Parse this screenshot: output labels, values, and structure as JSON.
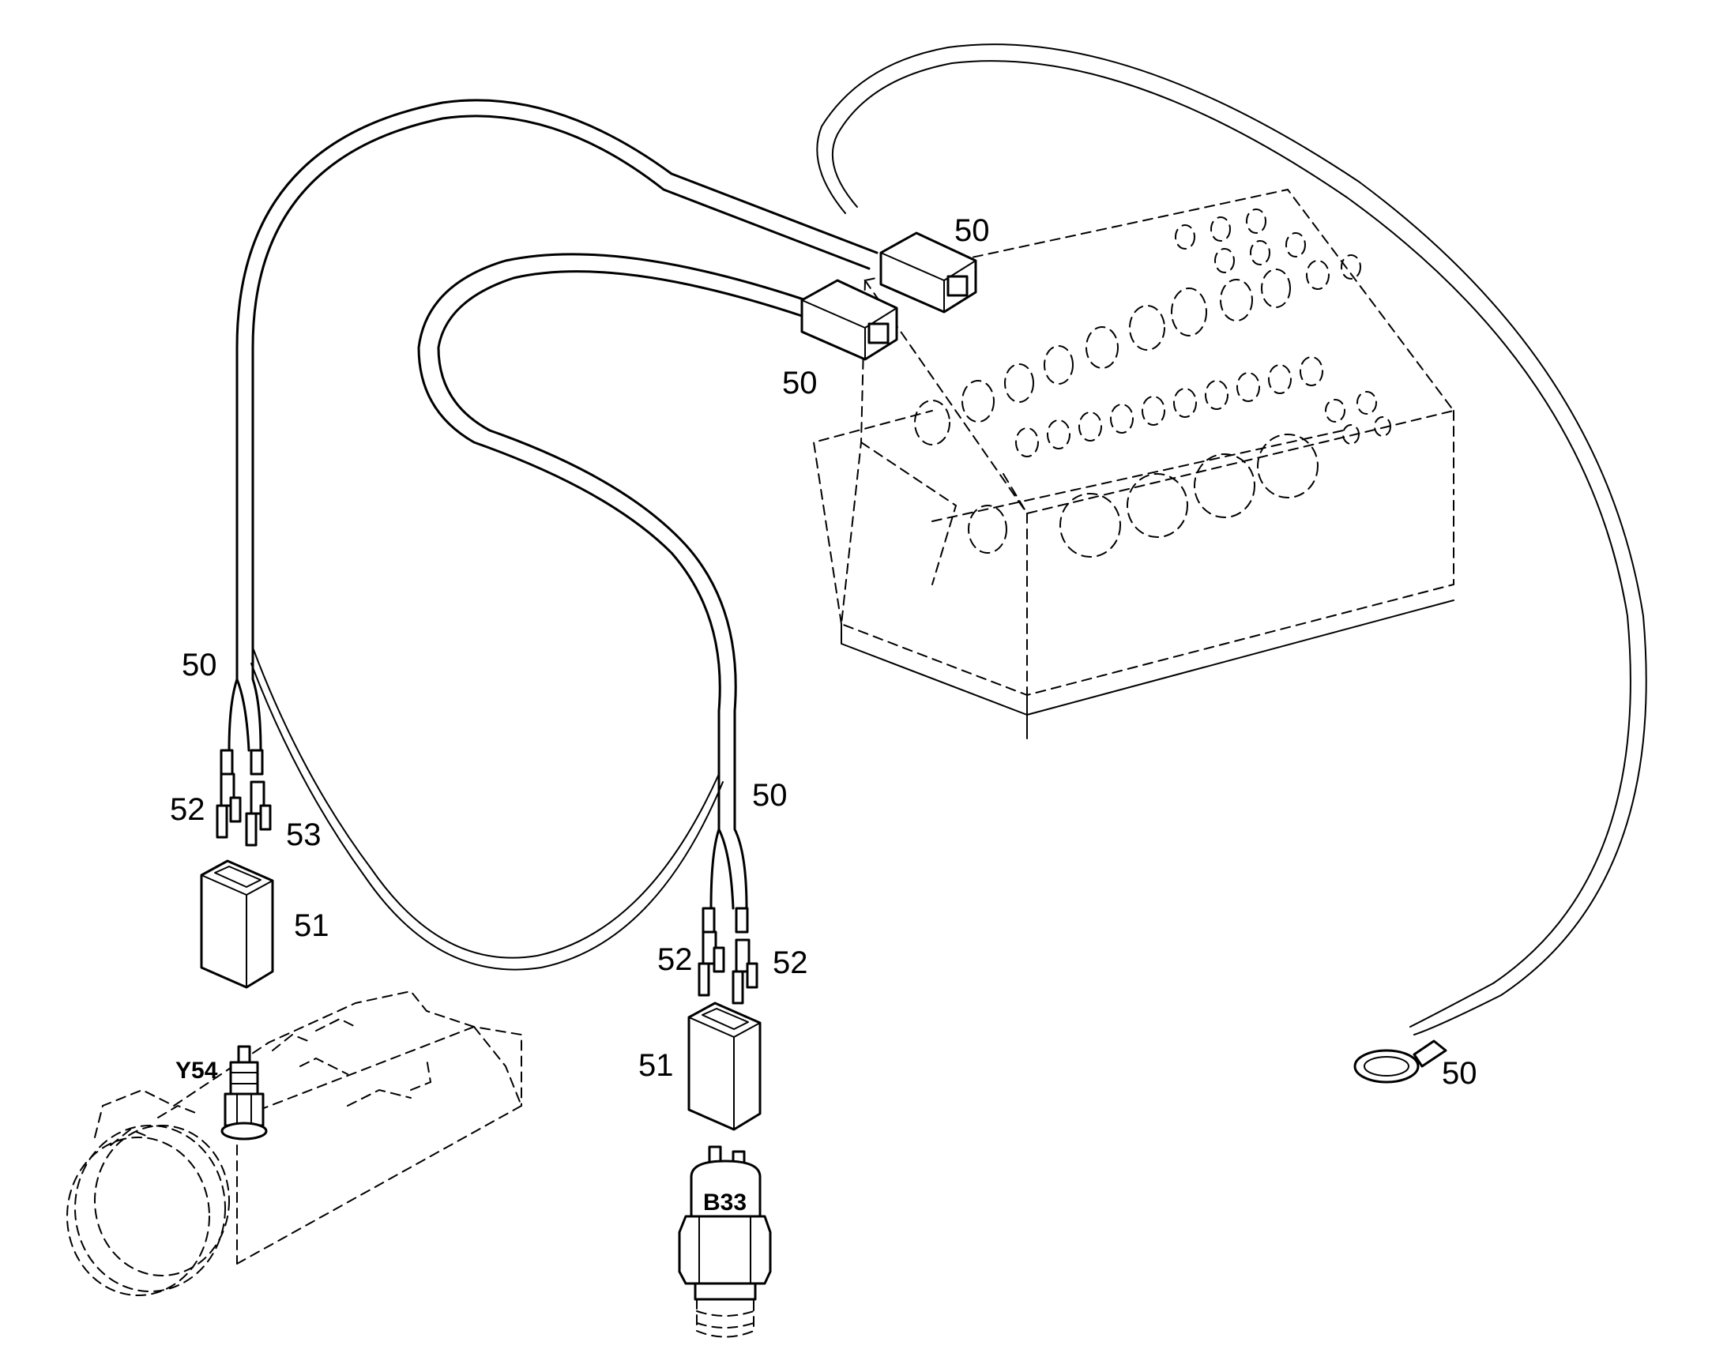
{
  "callouts": {
    "harness_top_connector": "50",
    "harness_mid_connector": "50",
    "harness_left_split": "50",
    "harness_center_split": "50",
    "ground_ring": "50",
    "terminal_left_a": "52",
    "terminal_left_b": "53",
    "terminal_center_a": "52",
    "terminal_center_b": "52",
    "housing_left": "51",
    "housing_center": "51"
  },
  "components": {
    "valve": "Y54",
    "sensor": "B33"
  },
  "colors": {
    "line": "#000000",
    "background": "#ffffff"
  }
}
